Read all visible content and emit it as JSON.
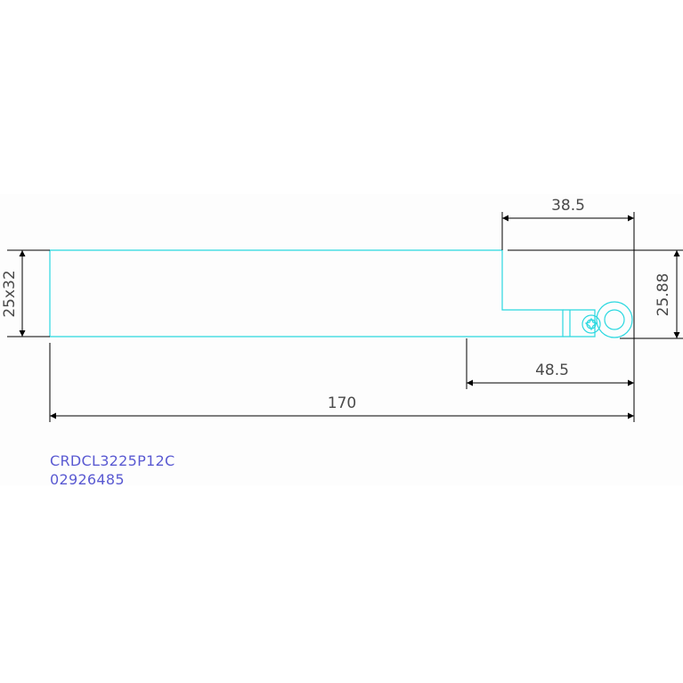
{
  "drawing": {
    "dimensions": {
      "cross_section": "25x32",
      "head_length": "38.5",
      "tip_height": "25.88",
      "head_offset": "48.5",
      "overall_length": "170"
    },
    "caption": {
      "part_number": "CRDCL3225P12C",
      "order_code": "02926485"
    },
    "colors": {
      "outline": "#2ad8e0",
      "dimension": "#000000",
      "dimension_text": "#4a4a4a",
      "caption": "#5a5ad2"
    }
  }
}
